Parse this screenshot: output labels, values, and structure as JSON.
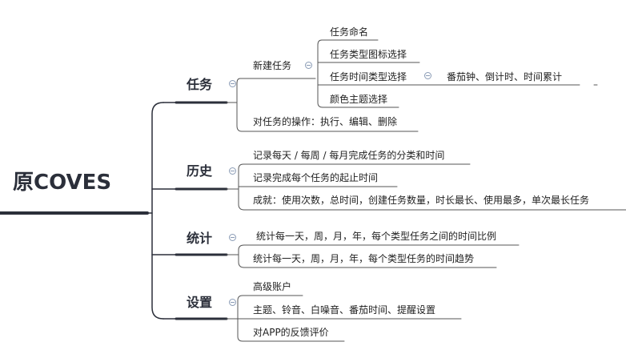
{
  "root": {
    "label": "原COVES"
  },
  "branches": [
    {
      "label": "任务",
      "children": [
        {
          "label": "新建任务",
          "children": [
            {
              "label": "任务命名"
            },
            {
              "label": "任务类型图标选择"
            },
            {
              "label": "任务时间类型选择",
              "children": [
                {
                  "label": "番茄钟、倒计时、时间累计"
                }
              ]
            },
            {
              "label": "颜色主题选择"
            }
          ]
        },
        {
          "label": "对任务的操作：执行、编辑、删除"
        }
      ]
    },
    {
      "label": "历史",
      "children": [
        {
          "label": "记录每天 / 每周 / 每月完成任务的分类和时间"
        },
        {
          "label": "记录完成每个任务的起止时间"
        },
        {
          "label": "成就：使用次数，总时间，创建任务数量，时长最长、使用最多，单次最长任务"
        }
      ]
    },
    {
      "label": "统计",
      "children": [
        {
          "label": "统计每一天，周，月，年，每个类型任务之间的时间比例"
        },
        {
          "label": "统计每一天，周，月，年，每个类型任务的时间趋势"
        }
      ]
    },
    {
      "label": "设置",
      "children": [
        {
          "label": "高级账户"
        },
        {
          "label": "主题、铃音、白噪音、番茄时间、提醒设置"
        },
        {
          "label": "对APP的反馈评价"
        }
      ]
    }
  ]
}
